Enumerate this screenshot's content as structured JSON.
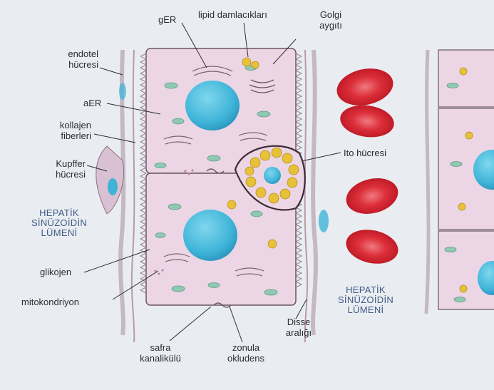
{
  "labels": {
    "ger": "gER",
    "lipid_line1": "lipid damlacıkları",
    "golgi_line1": "Golgi",
    "golgi_line2": "aygıtı",
    "endotel_line1": "endotel",
    "endotel_line2": "hücresi",
    "aer": "aER",
    "kollajen_line1": "kollajen",
    "kollajen_line2": "fiberleri",
    "kupffer_line1": "Kupffer",
    "kupffer_line2": "hücresi",
    "ito": "Ito hücresi",
    "lumen_left_line1": "HEPATİK",
    "lumen_left_line2": "SİNÜZOİDİN",
    "lumen_left_line3": "LÜMENİ",
    "glikojen": "glikojen",
    "mitokondriyon": "mitokondriyon",
    "lumen_right_line1": "HEPATİK",
    "lumen_right_line2": "SİNÜZOİDİN",
    "lumen_right_line3": "LÜMENİ",
    "disse_line1": "Disse",
    "disse_line2": "aralığı",
    "safra_line1": "safra",
    "safra_line2": "kanalikülü",
    "zonula_line1": "zonula",
    "zonula_line2": "okludens"
  },
  "colors": {
    "background": "#e9edf1",
    "cytoplasm": "#ecd6e6",
    "nucleus": "#3fb4d8",
    "red_cell": "#d51f2e",
    "lipid": "#e8c13a",
    "mitochondria": "#8fc9b2",
    "outline": "#6a5560"
  }
}
